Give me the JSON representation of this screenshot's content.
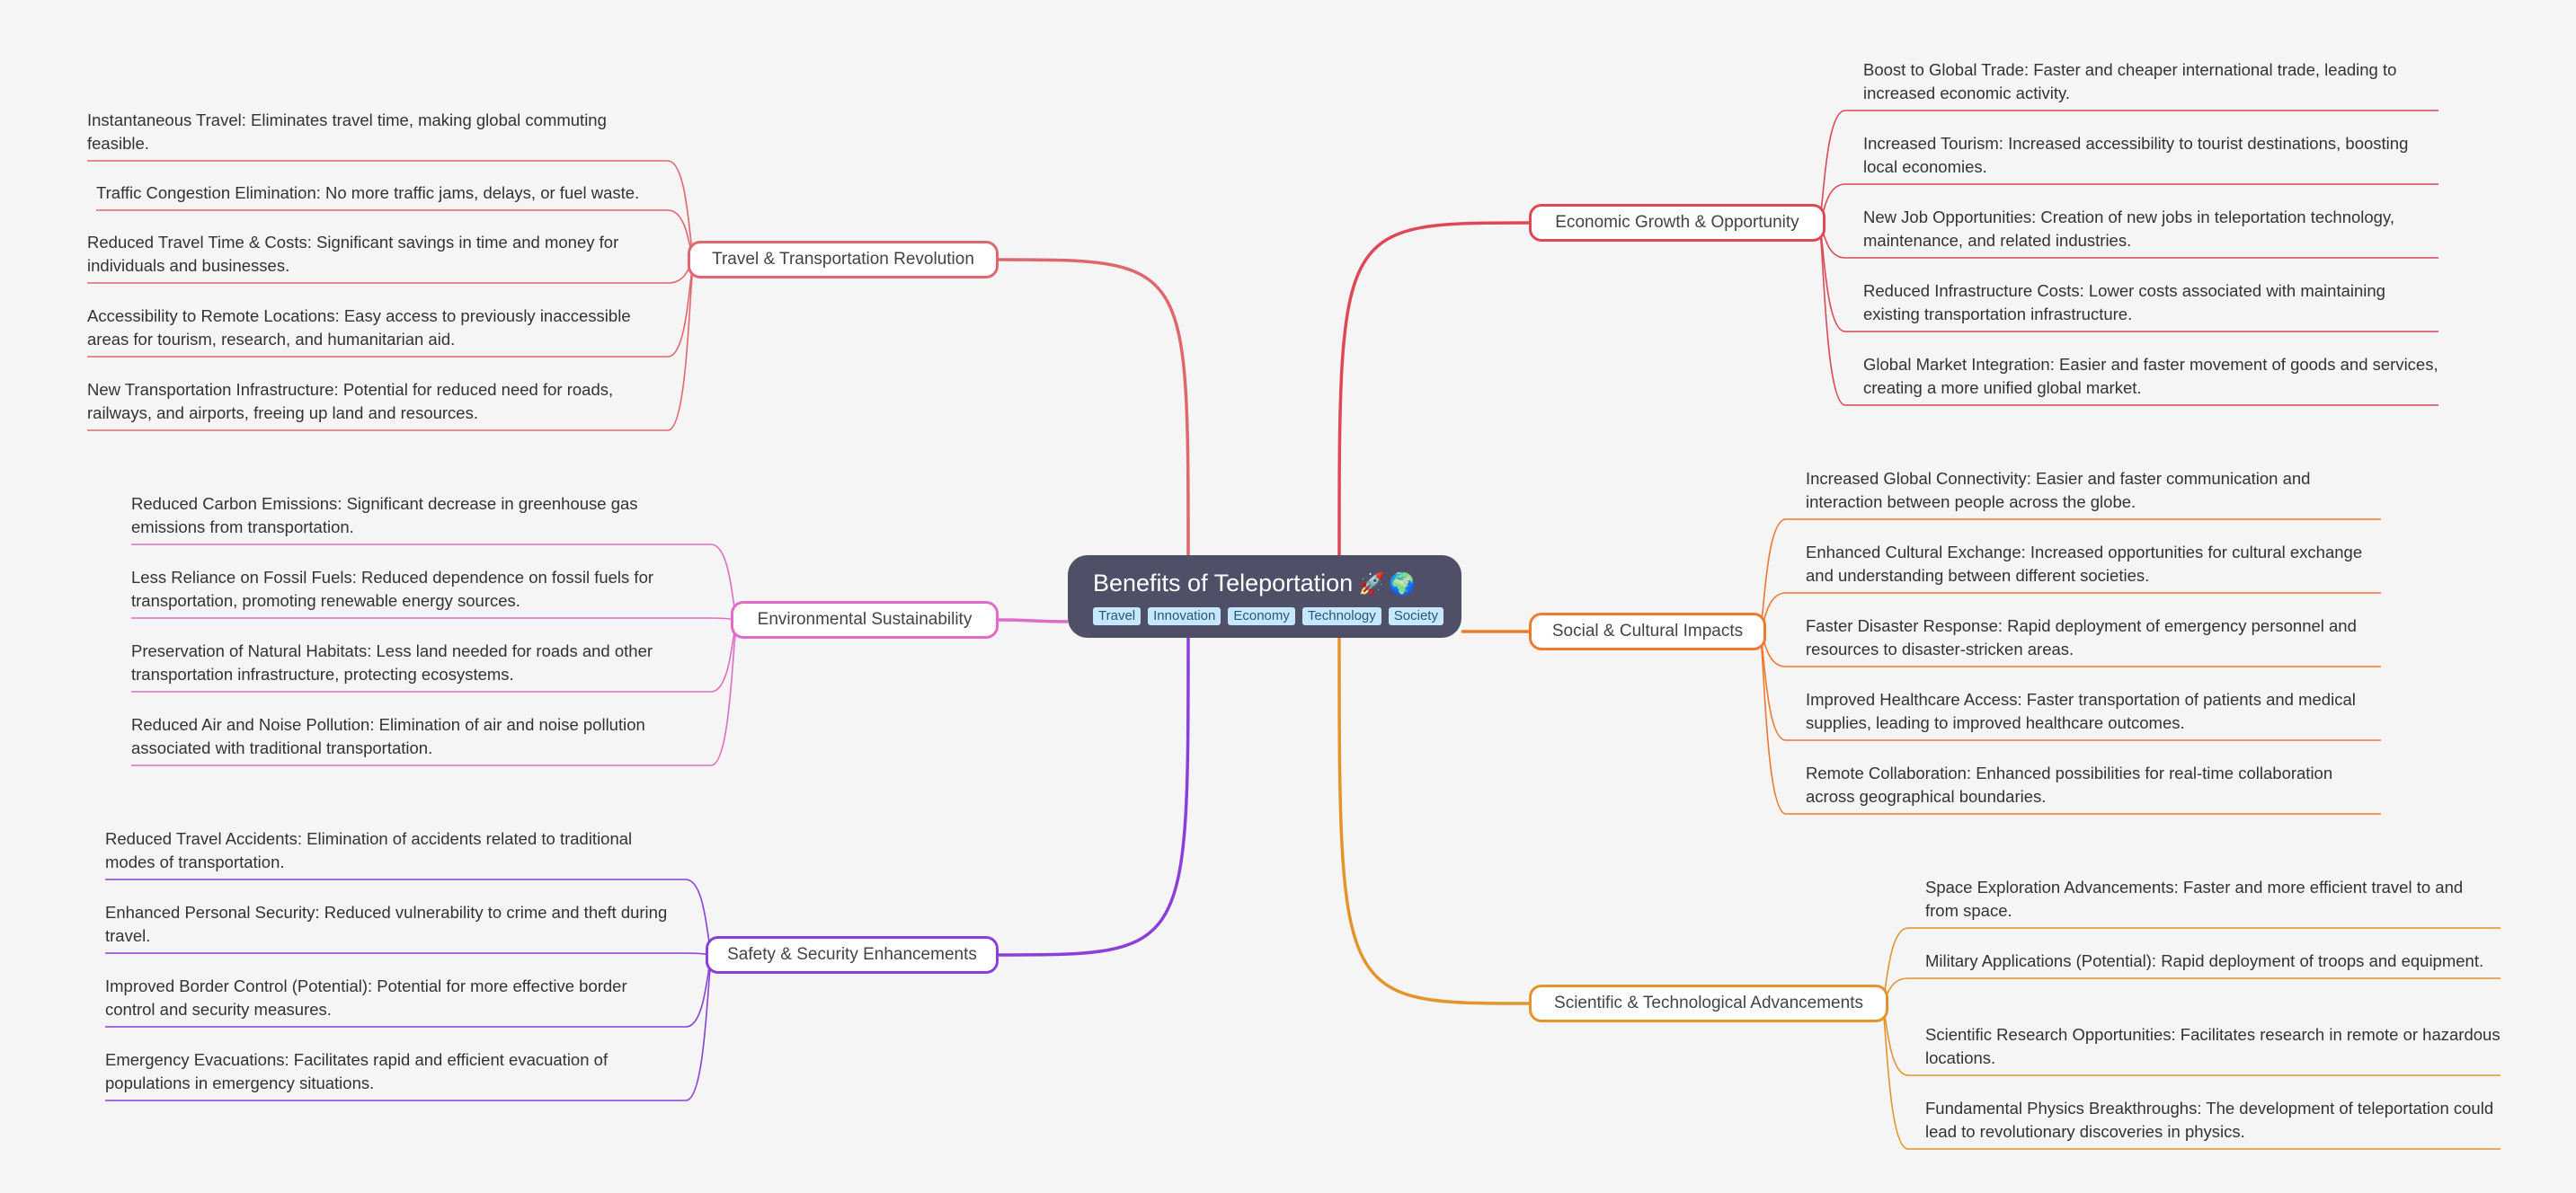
{
  "central": {
    "title": "Benefits of Teleportation",
    "emojis": [
      "rocket-emoji",
      "earth-emoji"
    ],
    "tags": [
      "Travel",
      "Innovation",
      "Economy",
      "Technology",
      "Society"
    ]
  },
  "branches": [
    {
      "label": "Travel & Transportation Revolution",
      "color": "#e0676e",
      "leaves": [
        "Instantaneous Travel: Eliminates travel time, making global commuting feasible.",
        "Traffic Congestion Elimination: No more traffic jams, delays, or fuel waste.",
        "Reduced Travel Time & Costs: Significant savings in time and money for individuals and businesses.",
        "Accessibility to Remote Locations: Easy access to previously inaccessible areas for tourism, research, and humanitarian aid.",
        "New Transportation Infrastructure:  Potential for reduced need for roads, railways, and airports, freeing up land and resources."
      ]
    },
    {
      "label": "Environmental Sustainability",
      "color": "#e06cc8",
      "leaves": [
        "Reduced Carbon Emissions: Significant decrease in greenhouse gas emissions from transportation.",
        "Less Reliance on Fossil Fuels: Reduced dependence on fossil fuels for transportation, promoting renewable energy sources.",
        "Preservation of Natural Habitats: Less land needed for roads and other transportation infrastructure, protecting ecosystems.",
        "Reduced Air and Noise Pollution: Elimination of air and noise pollution associated with traditional transportation."
      ]
    },
    {
      "label": "Safety & Security Enhancements",
      "color": "#8a3fd9",
      "leaves": [
        "Reduced Travel Accidents:  Elimination of accidents related to traditional modes of transportation.",
        "Enhanced Personal Security:  Reduced vulnerability to crime and theft during travel.",
        "Improved Border Control (Potential):  Potential for more effective border control and security measures.",
        "Emergency Evacuations:  Facilitates rapid and efficient evacuation of populations in emergency situations."
      ]
    },
    {
      "label": "Economic Growth & Opportunity",
      "color": "#de4756",
      "leaves": [
        "Boost to Global Trade: Faster and cheaper international trade, leading to increased economic activity.",
        "Increased Tourism:  Increased accessibility to tourist destinations, boosting local economies.",
        "New Job Opportunities:  Creation of new jobs in teleportation technology, maintenance, and related industries.",
        "Reduced Infrastructure Costs:  Lower costs associated with maintaining existing transportation infrastructure.",
        "Global Market Integration: Easier and faster movement of goods and services, creating a more unified global market."
      ]
    },
    {
      "label": "Social & Cultural Impacts",
      "color": "#ee7a2e",
      "leaves": [
        "Increased Global Connectivity:  Easier and faster communication and interaction between people across the globe.",
        "Enhanced Cultural Exchange:  Increased opportunities for cultural exchange and understanding between different societies.",
        "Faster Disaster Response:  Rapid deployment of emergency personnel and resources to disaster-stricken areas.",
        "Improved Healthcare Access:  Faster transportation of patients and medical supplies, leading to improved healthcare outcomes.",
        "Remote Collaboration: Enhanced possibilities for real-time collaboration across geographical boundaries."
      ]
    },
    {
      "label": "Scientific & Technological Advancements",
      "color": "#e4942b",
      "leaves": [
        "Space Exploration Advancements:  Faster and more efficient travel to and from space.",
        "Military Applications (Potential):  Rapid deployment of troops and equipment.",
        "Scientific Research Opportunities:  Facilitates research in remote or hazardous locations.",
        "Fundamental Physics Breakthroughs:  The development of teleportation could lead to revolutionary discoveries in physics."
      ]
    }
  ]
}
